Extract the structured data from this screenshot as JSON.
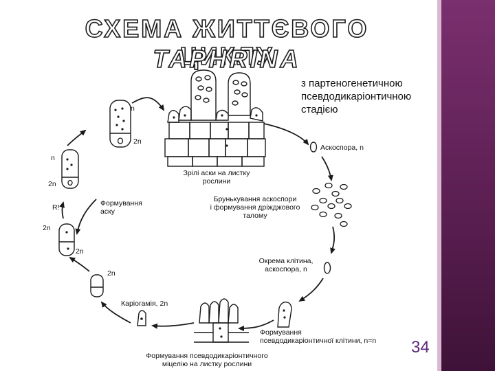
{
  "slide": {
    "title_line1": "СХЕМА ЖИТТЄВОГО ЦИКЛУ",
    "title_line2": "TAPHRINA",
    "subtitle_lines": [
      "з партеногенетичною",
      "псевдодикаріонтичною",
      "стадією"
    ],
    "page_number": "34"
  },
  "diagram": {
    "labels": {
      "mature_asci": [
        "Зрілі аски на листку",
        "рослини"
      ],
      "ascospore": "Аскоспора, n",
      "budding": [
        "Брунькування аскоспори",
        "і формування дріжджового",
        "талому"
      ],
      "single_cell": [
        "Окрема клітина,",
        "аскоспора, n"
      ],
      "dikaryon_cell": [
        "Формування",
        "псевдодикаріонтичної клітини, n=n"
      ],
      "mycelium": [
        "Формування псевдодикаріонтичного",
        "міцелію на листку рослини"
      ],
      "karyogamy": "Каріогамія, 2n",
      "ascus_formation": [
        "Формування",
        "аску"
      ],
      "ploidy_n_top": "n",
      "ploidy_2n_top": "2n",
      "ploidy_n_left": "n",
      "ploidy_2n_left": "2n",
      "ri": "R!",
      "ploidy_2n_mid": "2n",
      "ploidy_2n_mid2": "2n",
      "ploidy_2n_bottom": "2n"
    }
  },
  "colors": {
    "sidebar": "#6a2760",
    "page_number": "#5b2a7a",
    "ink": "#1a1a1a"
  }
}
